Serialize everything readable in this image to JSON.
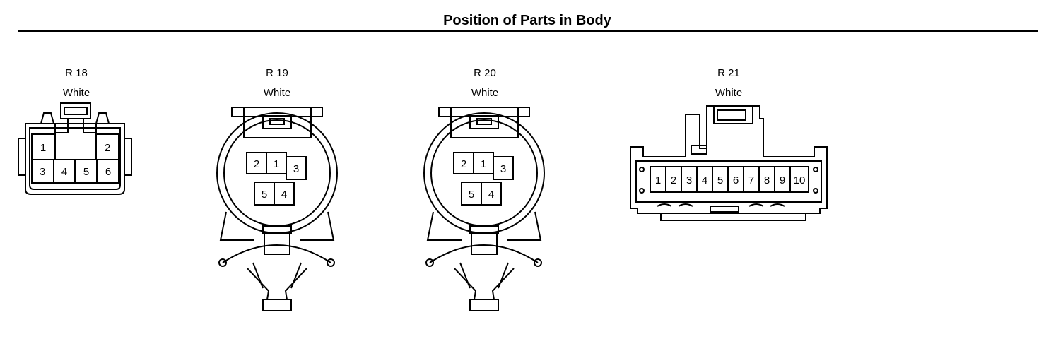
{
  "title": "Position of Parts in Body",
  "connectors": [
    {
      "id": "R 18",
      "color": "White",
      "pins": [
        "1",
        "2",
        "3",
        "4",
        "5",
        "6"
      ]
    },
    {
      "id": "R 19",
      "color": "White",
      "pins": [
        "2",
        "1",
        "3",
        "5",
        "4"
      ]
    },
    {
      "id": "R 20",
      "color": "White",
      "pins": [
        "2",
        "1",
        "3",
        "5",
        "4"
      ]
    },
    {
      "id": "R 21",
      "color": "White",
      "pins": [
        "1",
        "2",
        "3",
        "4",
        "5",
        "6",
        "7",
        "8",
        "9",
        "10"
      ]
    }
  ]
}
